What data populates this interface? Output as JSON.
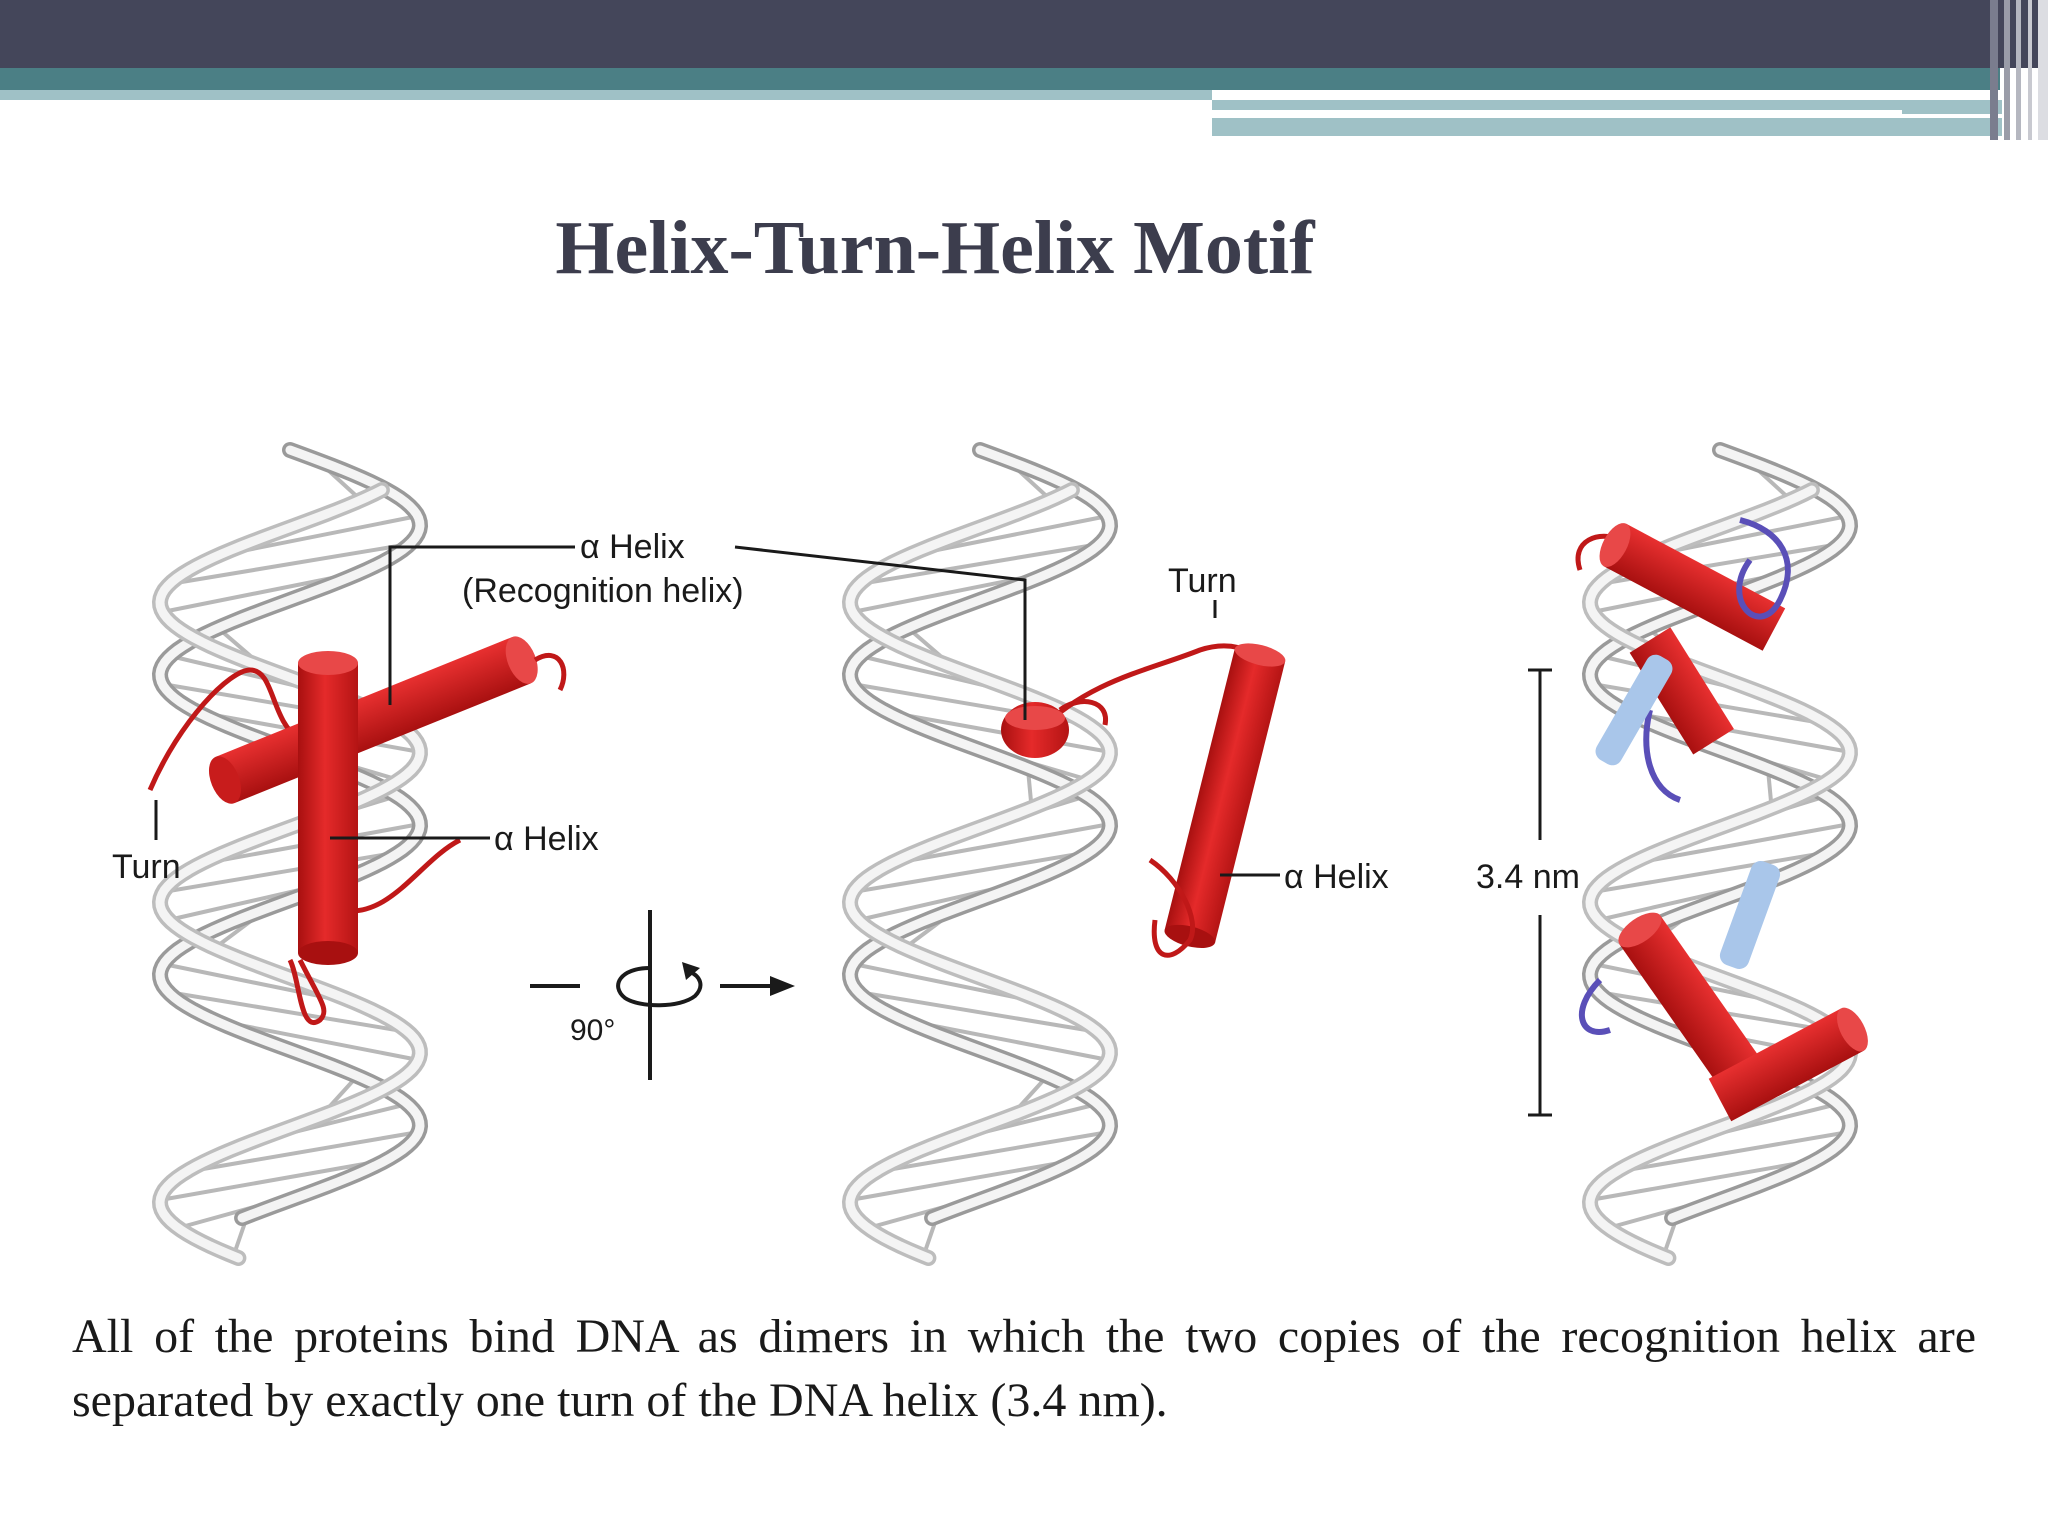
{
  "slide": {
    "title": "Helix-Turn-Helix Motif",
    "caption": "All of the proteins bind DNA as dimers in which the two copies of the recognition helix are separated by exactly one turn of the DNA helix (3.4 nm).",
    "colors": {
      "header": "#44465a",
      "accent": "#4b7f85",
      "accent_light": "#9fc1c6",
      "protein": "#d31f1f",
      "dna": "#cfcfcf"
    }
  },
  "diagram": {
    "labels": {
      "alpha_helix_top": "α Helix",
      "recognition_helix": "(Recognition helix)",
      "turn_top": "Turn",
      "turn_left": "Turn",
      "alpha_helix_left": "α Helix",
      "alpha_helix_mid": "α Helix",
      "rotation": "90°",
      "distance": "3.4 nm"
    }
  }
}
